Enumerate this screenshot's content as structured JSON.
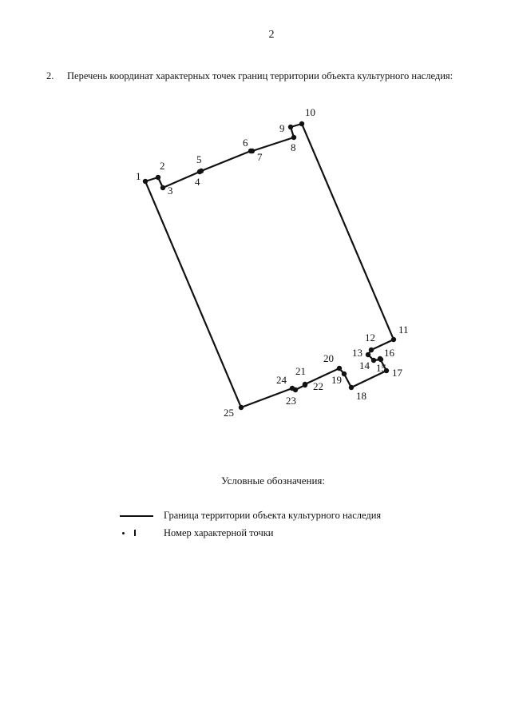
{
  "page_number": "2",
  "heading": {
    "number": "2.",
    "text": "Перечень координат характерных точек границ территории объекта культурного наследия:"
  },
  "plan": {
    "line_color": "#111111",
    "points": [
      {
        "label": "1"
      },
      {
        "label": "2"
      },
      {
        "label": "3"
      },
      {
        "label": "4"
      },
      {
        "label": "5"
      },
      {
        "label": "6"
      },
      {
        "label": "7"
      },
      {
        "label": "8"
      },
      {
        "label": "9"
      },
      {
        "label": "10"
      },
      {
        "label": "11"
      },
      {
        "label": "12"
      },
      {
        "label": "13"
      },
      {
        "label": "14"
      },
      {
        "label": "15"
      },
      {
        "label": "16"
      },
      {
        "label": "17"
      },
      {
        "label": "18"
      },
      {
        "label": "19"
      },
      {
        "label": "20"
      },
      {
        "label": "21"
      },
      {
        "label": "22"
      },
      {
        "label": "23"
      },
      {
        "label": "24"
      },
      {
        "label": "25"
      }
    ]
  },
  "legend": {
    "title": "Условные обозначения:",
    "items": [
      {
        "symbol": "line-symbol",
        "text": "Граница территории объекта культурного наследия"
      },
      {
        "symbol": "point-symbol",
        "text": "Номер характерной точки"
      }
    ]
  }
}
